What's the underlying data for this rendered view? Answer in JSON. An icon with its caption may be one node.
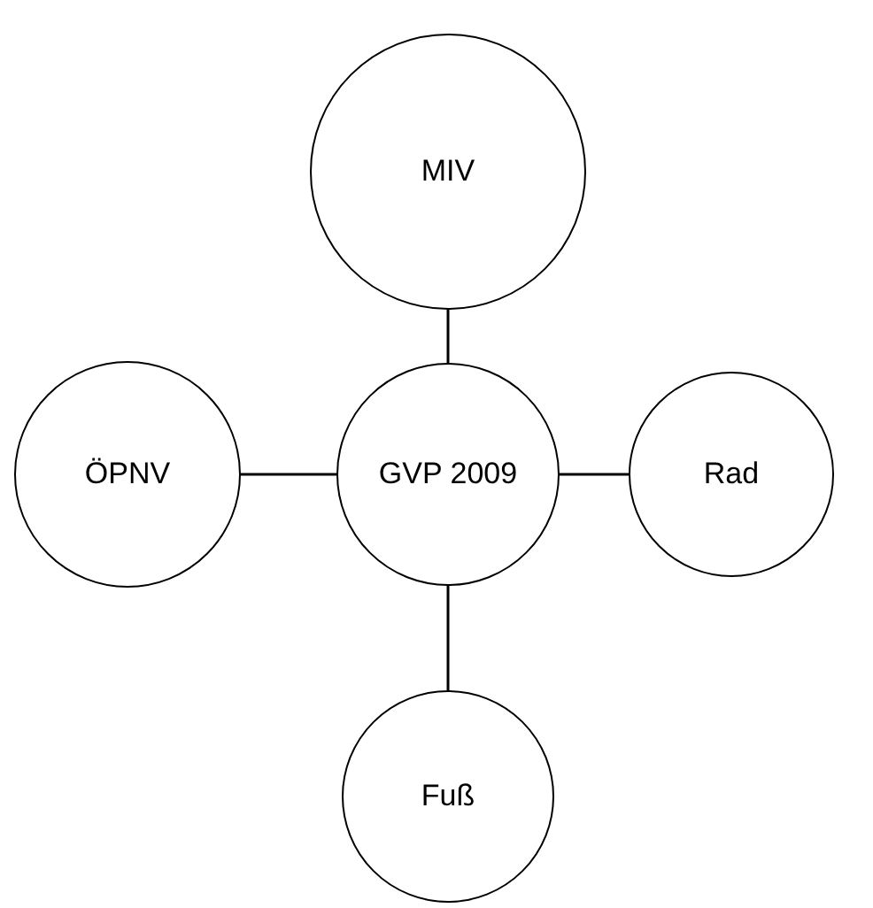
{
  "diagram": {
    "nodes": [
      {
        "text": [
          "MIV"
        ]
      },
      {
        "text": [
          "ÖPNV"
        ]
      },
      {
        "text": [
          "GVP 2009"
        ]
      },
      {
        "text": [
          "Rad"
        ]
      },
      {
        "text": [
          "Fuß"
        ]
      }
    ],
    "edges": [
      {
        "from": 2,
        "to": 0,
        "arrow": "none"
      },
      {
        "from": 2,
        "to": 1,
        "arrow": "none"
      },
      {
        "from": 2,
        "to": 3,
        "arrow": "none"
      },
      {
        "from": 2,
        "to": 4,
        "arrow": "none"
      }
    ]
  }
}
